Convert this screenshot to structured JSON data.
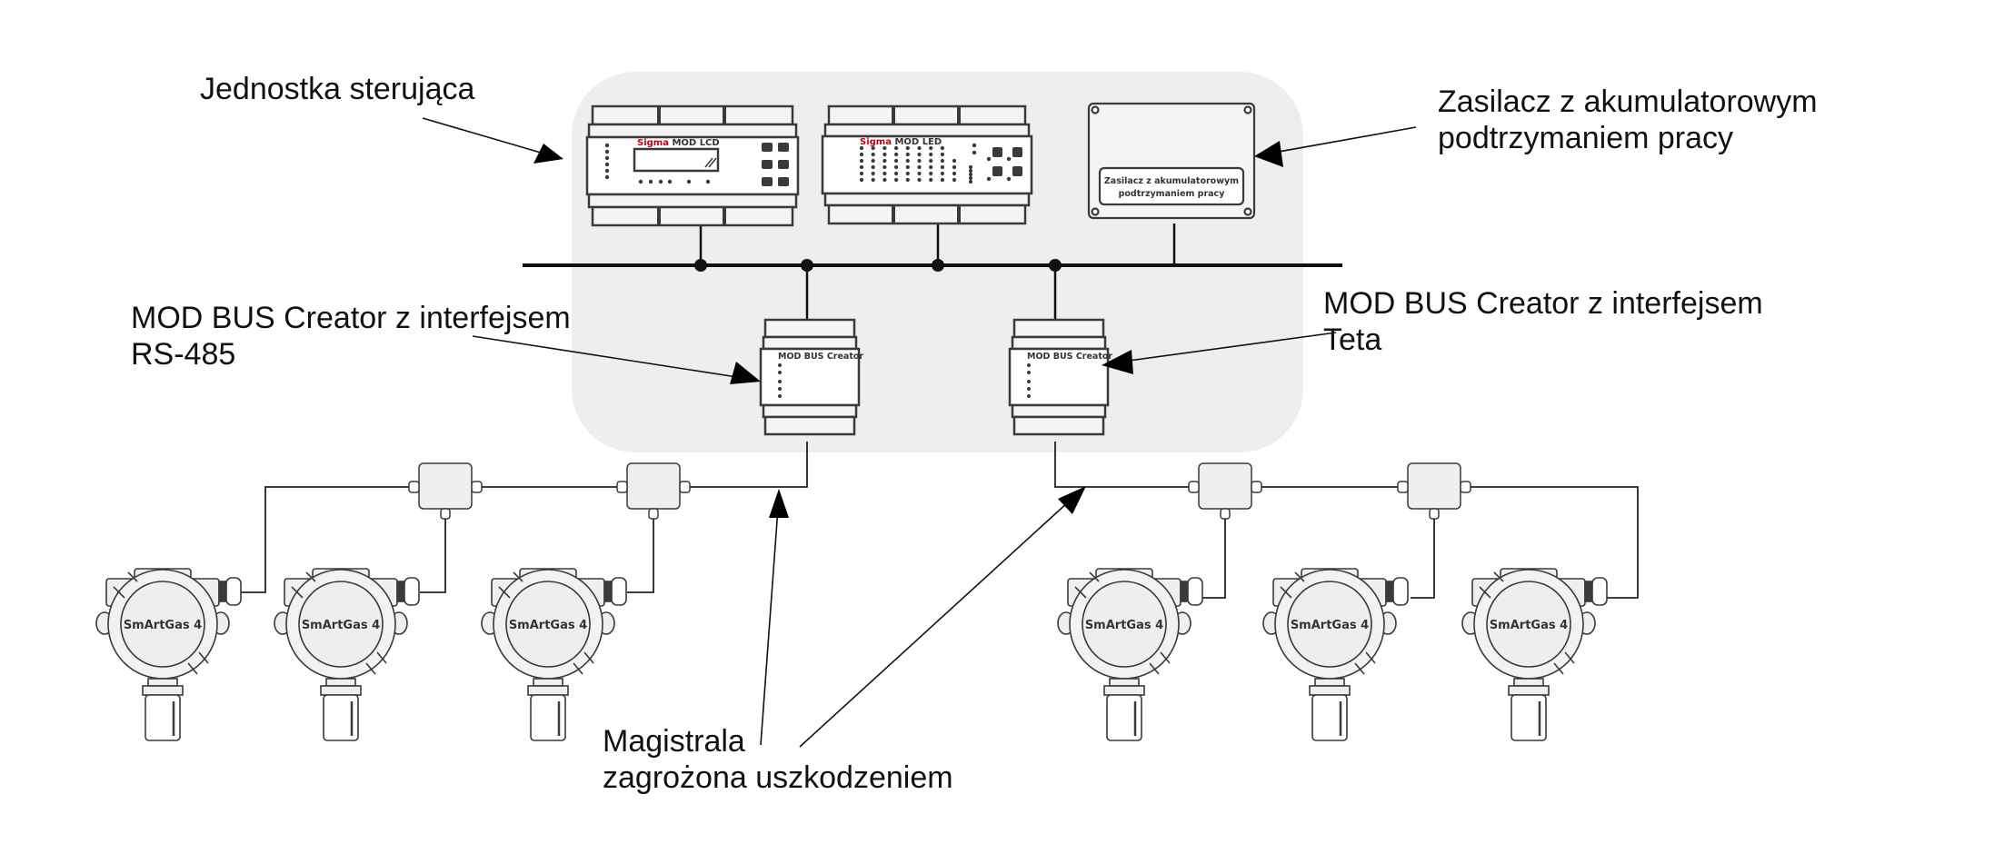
{
  "labels": {
    "control_unit": "Jednostka sterująca",
    "power_supply_line1": "Zasilacz z akumulatorowym",
    "power_supply_line2": "podtrzymaniem pracy",
    "modbus_rs485_line1": "MOD BUS Creator z interfejsem",
    "modbus_rs485_line2": "RS-485",
    "modbus_teta_line1": "MOD BUS Creator z interfejsem",
    "modbus_teta_line2": "Teta",
    "bus_risk_line1": "Magistrala",
    "bus_risk_line2": "zagrożona uszkodzeniem"
  },
  "devices": {
    "lcd_unit": {
      "brand": "Sigma",
      "model": "MOD LCD"
    },
    "led_unit": {
      "brand": "Sigma",
      "model": "MOD LED"
    },
    "psu": {
      "line1": "Zasilacz z akumulatorowym",
      "line2": "podtrzymaniem pracy"
    },
    "modbus_creator_label": "MOD BUS Creator",
    "detector_label": "SmArtGas 4",
    "detector_count": 6,
    "junction_box_count": 4
  },
  "colors": {
    "brand_red": "#c0001a",
    "panel_gray": "#eeeeee",
    "device_stroke": "#3a3a3a",
    "device_fill": "#f4f4f4"
  }
}
